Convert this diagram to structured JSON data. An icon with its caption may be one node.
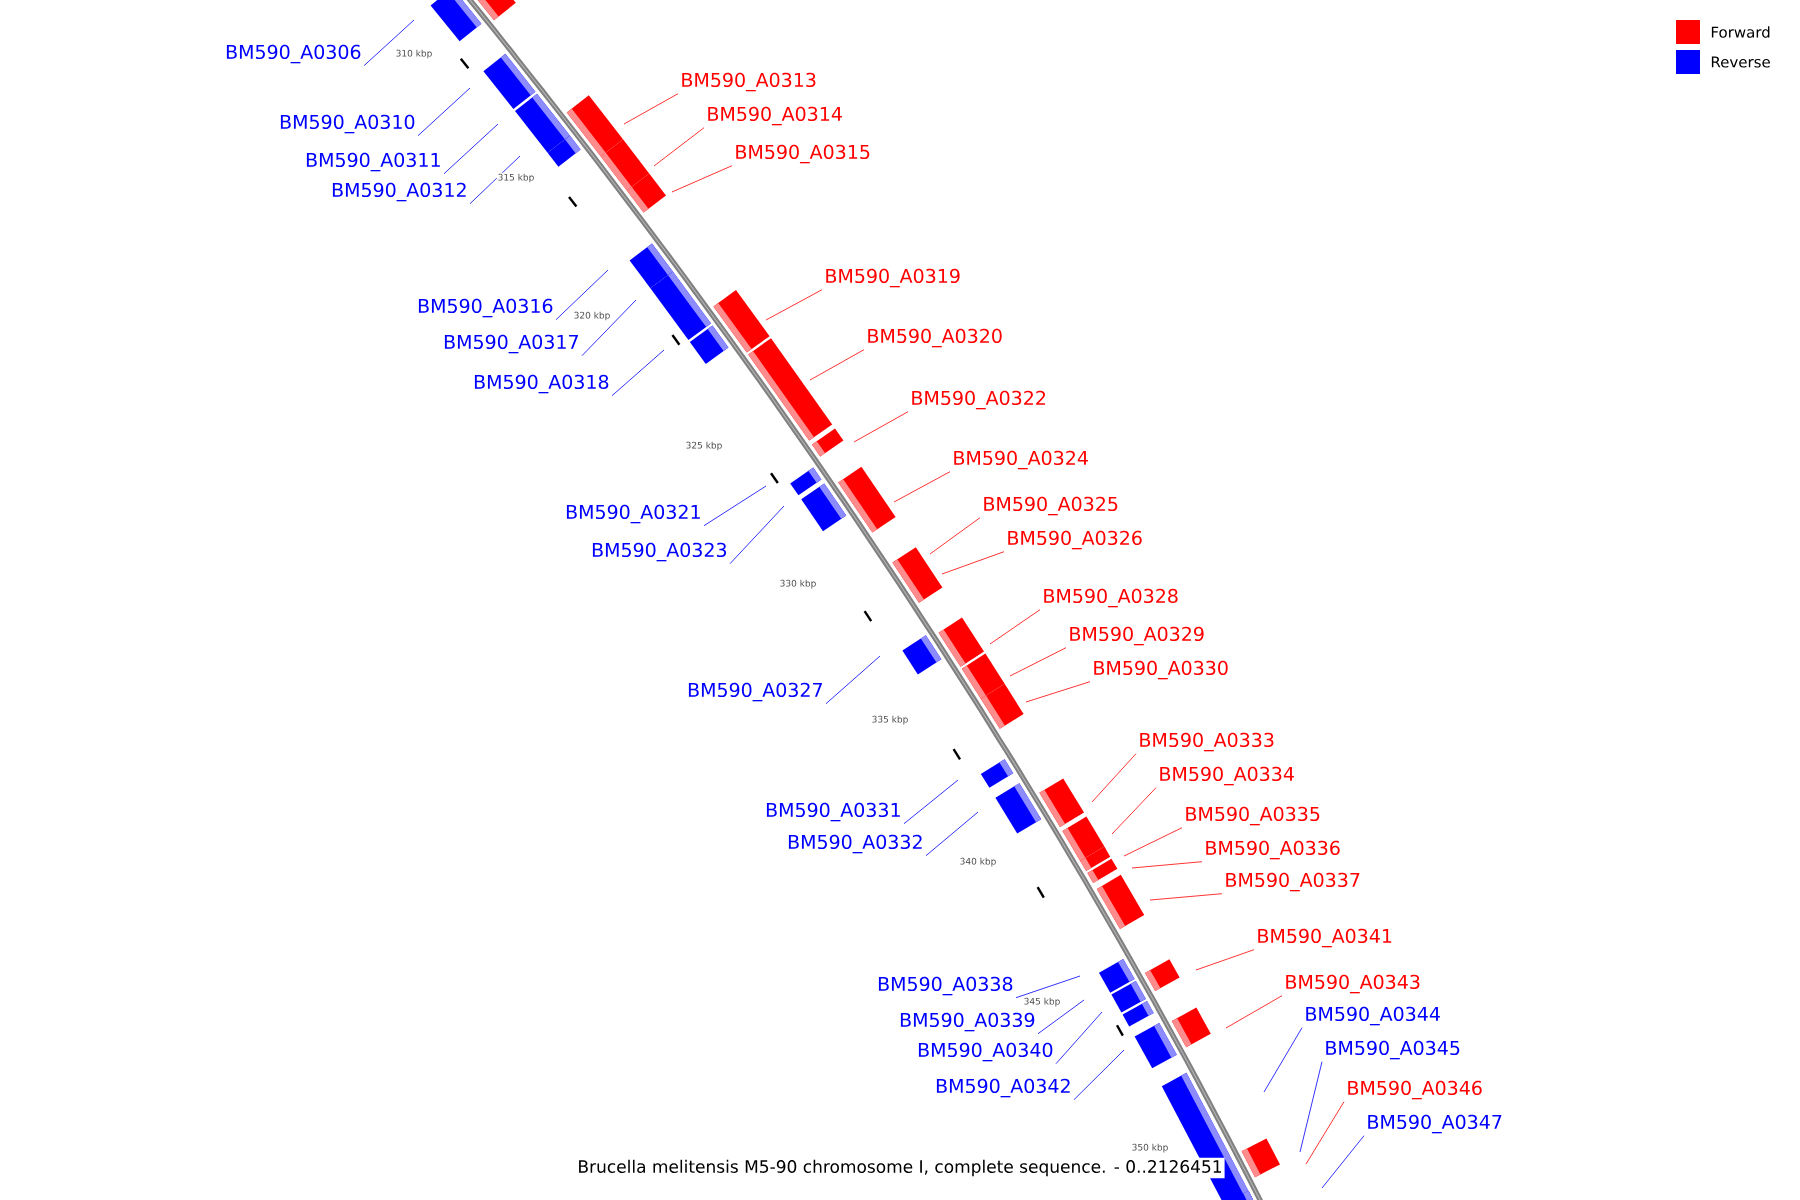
{
  "diagram": {
    "caption": "Brucella melitensis M5-90 chromosome I, complete sequence. - 0..2126451",
    "nodes": [
      {
        "text": [
          "BM590_A0306"
        ]
      },
      {
        "text": [
          "BM590_A0313"
        ]
      },
      {
        "text": [
          "BM590_A0314"
        ]
      },
      {
        "text": [
          "BM590_A0310"
        ]
      },
      {
        "text": [
          "BM590_A0315"
        ]
      },
      {
        "text": [
          "BM590_A0311"
        ]
      },
      {
        "text": [
          "BM590_A0312"
        ]
      },
      {
        "text": [
          "BM590_A0319"
        ]
      },
      {
        "text": [
          "BM590_A0316"
        ]
      },
      {
        "text": [
          "BM590_A0320"
        ]
      },
      {
        "text": [
          "BM590_A0317"
        ]
      },
      {
        "text": [
          "BM590_A0318"
        ]
      },
      {
        "text": [
          "BM590_A0322"
        ]
      },
      {
        "text": [
          "BM590_A0324"
        ]
      },
      {
        "text": [
          "BM590_A0325"
        ]
      },
      {
        "text": [
          "BM590_A0321"
        ]
      },
      {
        "text": [
          "BM590_A0326"
        ]
      },
      {
        "text": [
          "BM590_A0323"
        ]
      },
      {
        "text": [
          "BM590_A0328"
        ]
      },
      {
        "text": [
          "BM590_A0329"
        ]
      },
      {
        "text": [
          "BM590_A0330"
        ]
      },
      {
        "text": [
          "BM590_A0327"
        ]
      },
      {
        "text": [
          "BM590_A0333"
        ]
      },
      {
        "text": [
          "BM590_A0334"
        ]
      },
      {
        "text": [
          "BM590_A0331"
        ]
      },
      {
        "text": [
          "BM590_A0335"
        ]
      },
      {
        "text": [
          "BM590_A0332"
        ]
      },
      {
        "text": [
          "BM590_A0336"
        ]
      },
      {
        "text": [
          "BM590_A0337"
        ]
      },
      {
        "text": [
          "BM590_A0341"
        ]
      },
      {
        "text": [
          "BM590_A0343"
        ]
      },
      {
        "text": [
          "BM590_A0338"
        ]
      },
      {
        "text": [
          "BM590_A0344"
        ]
      },
      {
        "text": [
          "BM590_A0339"
        ]
      },
      {
        "text": [
          "BM590_A0345"
        ]
      },
      {
        "text": [
          "BM590_A0340"
        ]
      },
      {
        "text": [
          "BM590_A0342"
        ]
      },
      {
        "text": [
          "BM590_A0346"
        ]
      },
      {
        "text": [
          "BM590_A0347"
        ]
      }
    ],
    "edges": [
      {
        "from": 0,
        "to": null,
        "arrow": "none",
        "color": "#0000ff"
      },
      {
        "from": 1,
        "to": null,
        "arrow": "none",
        "color": "#ff0000"
      },
      {
        "from": 2,
        "to": null,
        "arrow": "none",
        "color": "#ff0000"
      },
      {
        "from": 3,
        "to": null,
        "arrow": "none",
        "color": "#0000ff"
      },
      {
        "from": 4,
        "to": null,
        "arrow": "none",
        "color": "#ff0000"
      },
      {
        "from": 5,
        "to": null,
        "arrow": "none",
        "color": "#0000ff"
      },
      {
        "from": 6,
        "to": null,
        "arrow": "none",
        "color": "#0000ff"
      },
      {
        "from": 7,
        "to": null,
        "arrow": "none",
        "color": "#ff0000"
      },
      {
        "from": 8,
        "to": null,
        "arrow": "none",
        "color": "#0000ff"
      },
      {
        "from": 9,
        "to": null,
        "arrow": "none",
        "color": "#ff0000"
      },
      {
        "from": 10,
        "to": null,
        "arrow": "none",
        "color": "#0000ff"
      },
      {
        "from": 11,
        "to": null,
        "arrow": "none",
        "color": "#0000ff"
      },
      {
        "from": 12,
        "to": null,
        "arrow": "none",
        "color": "#ff0000"
      },
      {
        "from": 13,
        "to": null,
        "arrow": "none",
        "color": "#ff0000"
      },
      {
        "from": 14,
        "to": null,
        "arrow": "none",
        "color": "#ff0000"
      },
      {
        "from": 15,
        "to": null,
        "arrow": "none",
        "color": "#0000ff"
      },
      {
        "from": 16,
        "to": null,
        "arrow": "none",
        "color": "#ff0000"
      },
      {
        "from": 17,
        "to": null,
        "arrow": "none",
        "color": "#0000ff"
      },
      {
        "from": 18,
        "to": null,
        "arrow": "none",
        "color": "#ff0000"
      },
      {
        "from": 19,
        "to": null,
        "arrow": "none",
        "color": "#ff0000"
      },
      {
        "from": 20,
        "to": null,
        "arrow": "none",
        "color": "#ff0000"
      },
      {
        "from": 21,
        "to": null,
        "arrow": "none",
        "color": "#0000ff"
      },
      {
        "from": 22,
        "to": null,
        "arrow": "none",
        "color": "#ff0000"
      },
      {
        "from": 23,
        "to": null,
        "arrow": "none",
        "color": "#ff0000"
      },
      {
        "from": 24,
        "to": null,
        "arrow": "none",
        "color": "#0000ff"
      },
      {
        "from": 25,
        "to": null,
        "arrow": "none",
        "color": "#ff0000"
      },
      {
        "from": 26,
        "to": null,
        "arrow": "none",
        "color": "#0000ff"
      },
      {
        "from": 27,
        "to": null,
        "arrow": "none",
        "color": "#ff0000"
      },
      {
        "from": 28,
        "to": null,
        "arrow": "none",
        "color": "#ff0000"
      },
      {
        "from": 29,
        "to": null,
        "arrow": "none",
        "color": "#ff0000"
      },
      {
        "from": 30,
        "to": null,
        "arrow": "none",
        "color": "#ff0000"
      },
      {
        "from": 31,
        "to": null,
        "arrow": "none",
        "color": "#0000ff"
      },
      {
        "from": 32,
        "to": null,
        "arrow": "none",
        "color": "#0000ff"
      },
      {
        "from": 33,
        "to": null,
        "arrow": "none",
        "color": "#0000ff"
      },
      {
        "from": 34,
        "to": null,
        "arrow": "none",
        "color": "#0000ff"
      },
      {
        "from": 35,
        "to": null,
        "arrow": "none",
        "color": "#0000ff"
      },
      {
        "from": 36,
        "to": null,
        "arrow": "none",
        "color": "#0000ff"
      },
      {
        "from": 37,
        "to": null,
        "arrow": "none",
        "color": "#ff0000"
      },
      {
        "from": 38,
        "to": null,
        "arrow": "none",
        "color": "#0000ff"
      }
    ],
    "labels": [
      "310 kbp",
      "315 kbp",
      "320 kbp",
      "325 kbp",
      "330 kbp",
      "335 kbp",
      "340 kbp",
      "345 kbp",
      "350 kbp"
    ],
    "legend": [
      {
        "text": "Forward",
        "color": "#ff0000"
      },
      {
        "text": "Reverse",
        "color": "#0000ff"
      }
    ]
  }
}
